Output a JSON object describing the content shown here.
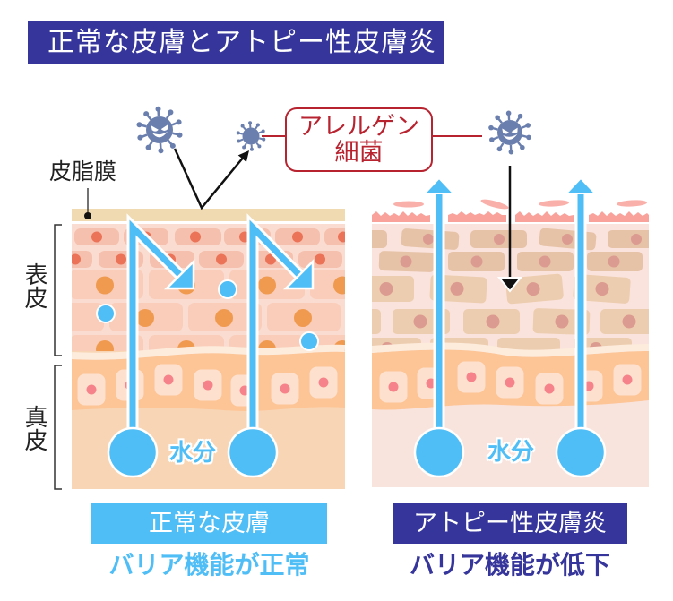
{
  "title": "正常な皮膚とアトピー性皮膚炎",
  "annotations": {
    "sebum_membrane": "皮脂膜",
    "epidermis": "表皮",
    "dermis": "真皮",
    "allergen": "アレルゲン",
    "bacteria": "細菌"
  },
  "panels": {
    "normal": {
      "label": "正常な皮膚",
      "caption": "バリア機能が正常",
      "water": "水分"
    },
    "atopic": {
      "label": "アトピー性皮膚炎",
      "caption": "バリア機能が低下",
      "water": "水分"
    }
  },
  "icons": {
    "pathogen": "virus-icon",
    "water": "water-droplet-icon",
    "flow": "arrow-icon"
  },
  "colors": {
    "navy": "#35359b",
    "blue": "#50bef6",
    "red": "#b82330",
    "virus": "#6a7fae",
    "sebum_intact": "#efdab2",
    "sebum_broken": "#f9a29b",
    "normal_epidermis_bg": "#fadcd0",
    "normal_cell_upper": "#f5c0ae",
    "normal_nucleus_upper": "#ea7358",
    "normal_cell_lower": "#f9cdb9",
    "normal_nucleus_lower": "#f09a50",
    "atopic_epidermis_bg": "#fae3dc",
    "atopic_cell_upper": "#e6c2a7",
    "atopic_cell_lower": "#edcdaf",
    "atopic_nucleus": "#dc9b90",
    "dermis_band": "#fdc496",
    "dermis_cell": "#fde1ce",
    "dermis_nucleus": "#f6838b",
    "normal_dermis_bottom": "#f8d6b5",
    "atopic_dermis_bottom": "#f9e3dd",
    "boundary": "#fdebdc"
  }
}
